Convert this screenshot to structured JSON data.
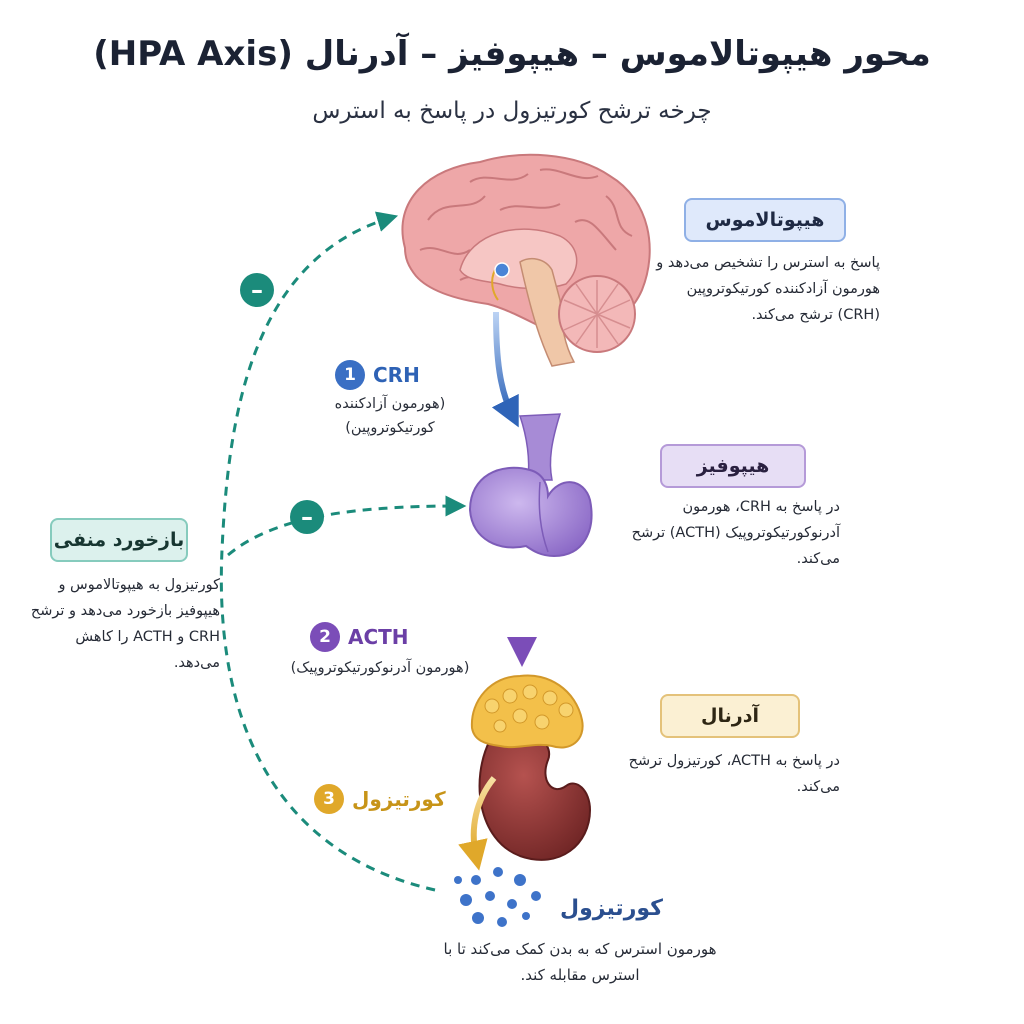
{
  "header": {
    "title": "محور هیپوتالاموس – هیپوفیز – آدرنال (HPA Axis)",
    "subtitle": "چرخه ترشح کورتیزول در پاسخ به استرس"
  },
  "hypothalamus": {
    "label": "هیپوتالاموس",
    "description": "پاسخ به استرس را تشخیص می‌دهد و هورمون آزادکننده کورتیکوتروپین (CRH) ترشح می‌کند."
  },
  "pituitary": {
    "label": "هیپوفیز",
    "description": "در پاسخ به CRH، هورمون آدرنوکورتیکوتروپیک (ACTH) ترشح می‌کند."
  },
  "adrenal": {
    "label": "آدرنال",
    "description": "در پاسخ به ACTH، کورتیزول ترشح می‌کند."
  },
  "negative_feedback": {
    "label": "بازخورد منفی",
    "description": "کورتیزول به هیپوتالاموس و هیپوفیز بازخورد می‌دهد و ترشح CRH و ACTH را کاهش می‌دهد.",
    "symbol": "–"
  },
  "steps": [
    {
      "number": "1",
      "name": "CRH",
      "sub": "(هورمون آزادکننده کورتیکوتروپین)"
    },
    {
      "number": "2",
      "name": "ACTH",
      "sub": "(هورمون آدرنوکورتیکوتروپیک)"
    },
    {
      "number": "3",
      "name": "کورتیزول"
    }
  ],
  "cortisol": {
    "label": "کورتیزول",
    "description": "هورمون استرس که به بدن کمک می‌کند تا با استرس مقابله کند."
  },
  "colors": {
    "crh_blue": "#3a6fc4",
    "acth_purple": "#7b4db8",
    "cortisol_gold": "#e0a82a",
    "feedback_teal": "#1b8b7b",
    "brain_pink": "#eaa3a4",
    "pituitary_violet": "#9b7fd1",
    "adrenal_yellow": "#f3c04a",
    "kidney_red": "#8a2f2f"
  },
  "icons": [
    "brain-illustration",
    "pituitary-illustration",
    "adrenal-kidney-illustration",
    "cortisol-molecules",
    "minus-icon"
  ]
}
